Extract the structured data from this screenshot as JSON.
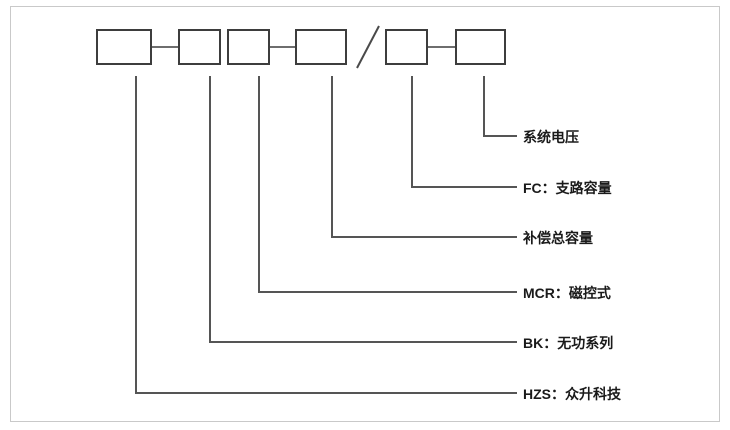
{
  "diagram": {
    "kind": "model-designation-key",
    "labels": [
      {
        "id": "system-voltage",
        "text": "系统电压"
      },
      {
        "id": "fc",
        "text": "FC：支路容量"
      },
      {
        "id": "total-capacity",
        "text": "补偿总容量"
      },
      {
        "id": "mcr",
        "text": "MCR：磁控式"
      },
      {
        "id": "bk",
        "text": "BK：无功系列"
      },
      {
        "id": "hzs",
        "text": "HZS：众升科技"
      }
    ],
    "colors": {
      "background": "#ffffff",
      "frame_border": "#c9c9c9",
      "box_border": "#3d3d3d",
      "leader_line": "#555555",
      "text": "#1a1a1a"
    }
  }
}
